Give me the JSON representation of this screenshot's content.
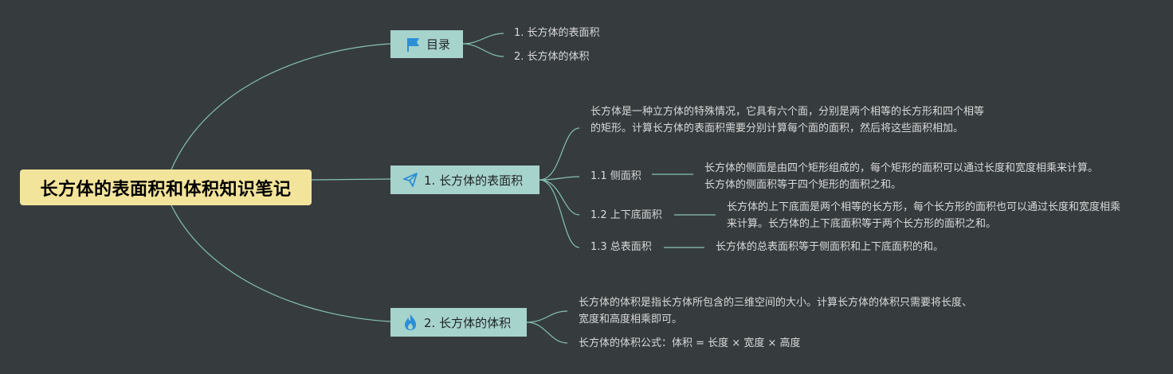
{
  "root": {
    "title": "长方体的表面积和体积知识笔记"
  },
  "toc": {
    "label": "目录",
    "icon": "flag-icon",
    "items": [
      "1. 长方体的表面积",
      "2. 长方体的体积"
    ]
  },
  "surface": {
    "label": "1. 长方体的表面积",
    "icon": "paper-plane-icon",
    "intro": "长方体是一种立方体的特殊情况，它具有六个面，分别是两个相等的长方形和四个相等的矩形。计算长方体的表面积需要分别计算每个面的面积，然后将这些面积相加。",
    "subs": [
      {
        "label": "1.1 侧面积",
        "note": "长方体的侧面是由四个矩形组成的，每个矩形的面积可以通过长度和宽度相乘来计算。长方体的侧面积等于四个矩形的面积之和。"
      },
      {
        "label": "1.2 上下底面积",
        "note": "长方体的上下底面是两个相等的长方形，每个长方形的面积也可以通过长度和宽度相乘来计算。长方体的上下底面积等于两个长方形的面积之和。"
      },
      {
        "label": "1.3 总表面积",
        "note": "长方体的总表面积等于侧面积和上下底面积的和。"
      }
    ]
  },
  "volume": {
    "label": "2. 长方体的体积",
    "icon": "flame-icon",
    "intro": "长方体的体积是指长方体所包含的三维空间的大小。计算长方体的体积只需要将长度、宽度和高度相乘即可。",
    "formula": "长方体的体积公式：体积 = 长度 × 宽度 × 高度"
  },
  "colors": {
    "background": "#363c3e",
    "root_fill": "#f3e49b",
    "branch_fill": "#a7d3cd",
    "connector": "#86c1b4",
    "text": "#d9d9d9",
    "icon_blue": "#2b8fd6"
  }
}
